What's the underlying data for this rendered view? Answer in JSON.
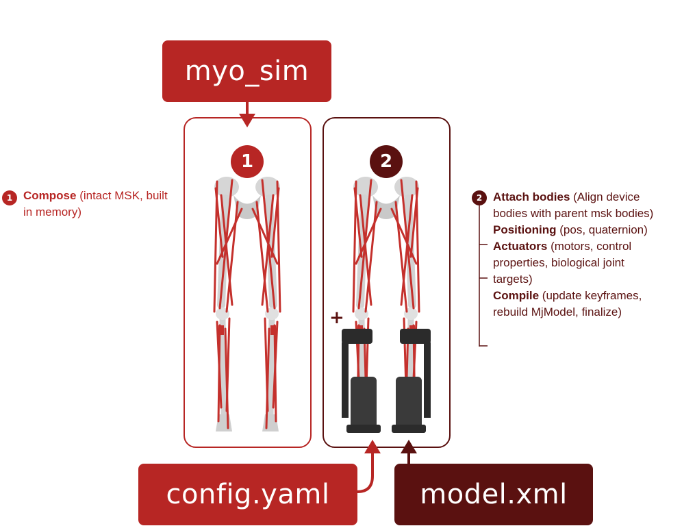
{
  "boxes": {
    "myo_sim": "myo_sim",
    "config": "config.yaml",
    "model": "model.xml"
  },
  "steps": {
    "one": "1",
    "two": "2"
  },
  "plus": "+",
  "note1": {
    "badge": "1",
    "title": "Compose",
    "text": " (intact MSK, built in memory)"
  },
  "note2": {
    "badge": "2",
    "items": [
      {
        "title": "Attach bodies",
        "text": " (Align device bodies with parent msk bodies)"
      },
      {
        "title": "Positioning",
        "text": " (pos, quaternion)"
      },
      {
        "title": "Actuators",
        "text": " (motors, control properties, biological joint targets)"
      },
      {
        "title": "Compile",
        "text": " (update keyframes, rebuild MjModel, finalize)"
      }
    ]
  },
  "colors": {
    "red": "#b72624",
    "dark": "#5a1110",
    "bone": "#d9d9d9",
    "muscle": "#c4302c",
    "exo": "#2b2b2b"
  },
  "icons": [
    "msk-legs-figure",
    "exoskeleton-figure"
  ]
}
